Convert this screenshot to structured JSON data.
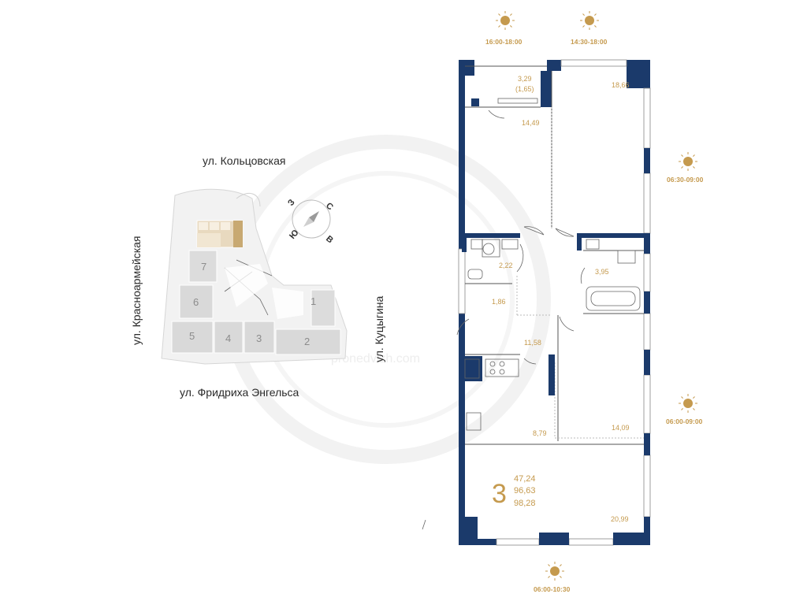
{
  "streets": {
    "north": "ул. Кольцовская",
    "west": "ул. Красноармейская",
    "south": "ул. Фридриха Энгельса",
    "east": "ул. Куцыгина"
  },
  "compass": {
    "north": "С",
    "south": "Ю",
    "west": "З",
    "east": "В"
  },
  "buildings": [
    "1",
    "2",
    "3",
    "4",
    "5",
    "6",
    "7"
  ],
  "sun_times": {
    "top_left": "16:00-18:00",
    "top_right": "14:30-18:00",
    "right_upper": "06:30-09:00",
    "right_lower": "06:00-09:00",
    "bottom": "06:00-10:30"
  },
  "rooms": {
    "balcony": "3,29",
    "balcony_coef": "(1,65)",
    "bedroom_nw": "14,49",
    "bedroom_ne": "18,66",
    "wc": "2,22",
    "bathroom": "3,95",
    "hall": "1,86",
    "corridor": "11,58",
    "kitchen": "8,79",
    "bedroom_e": "14,09",
    "living": "20,99"
  },
  "summary": {
    "rooms_count": "3",
    "living_area": "47,24",
    "total_area": "96,63",
    "total_with_balcony": "98,28"
  },
  "watermark": "pronedvizh.com",
  "colors": {
    "wall": "#1b3a6b",
    "accent": "#c59a4e",
    "highlight": "#d6bf96"
  }
}
